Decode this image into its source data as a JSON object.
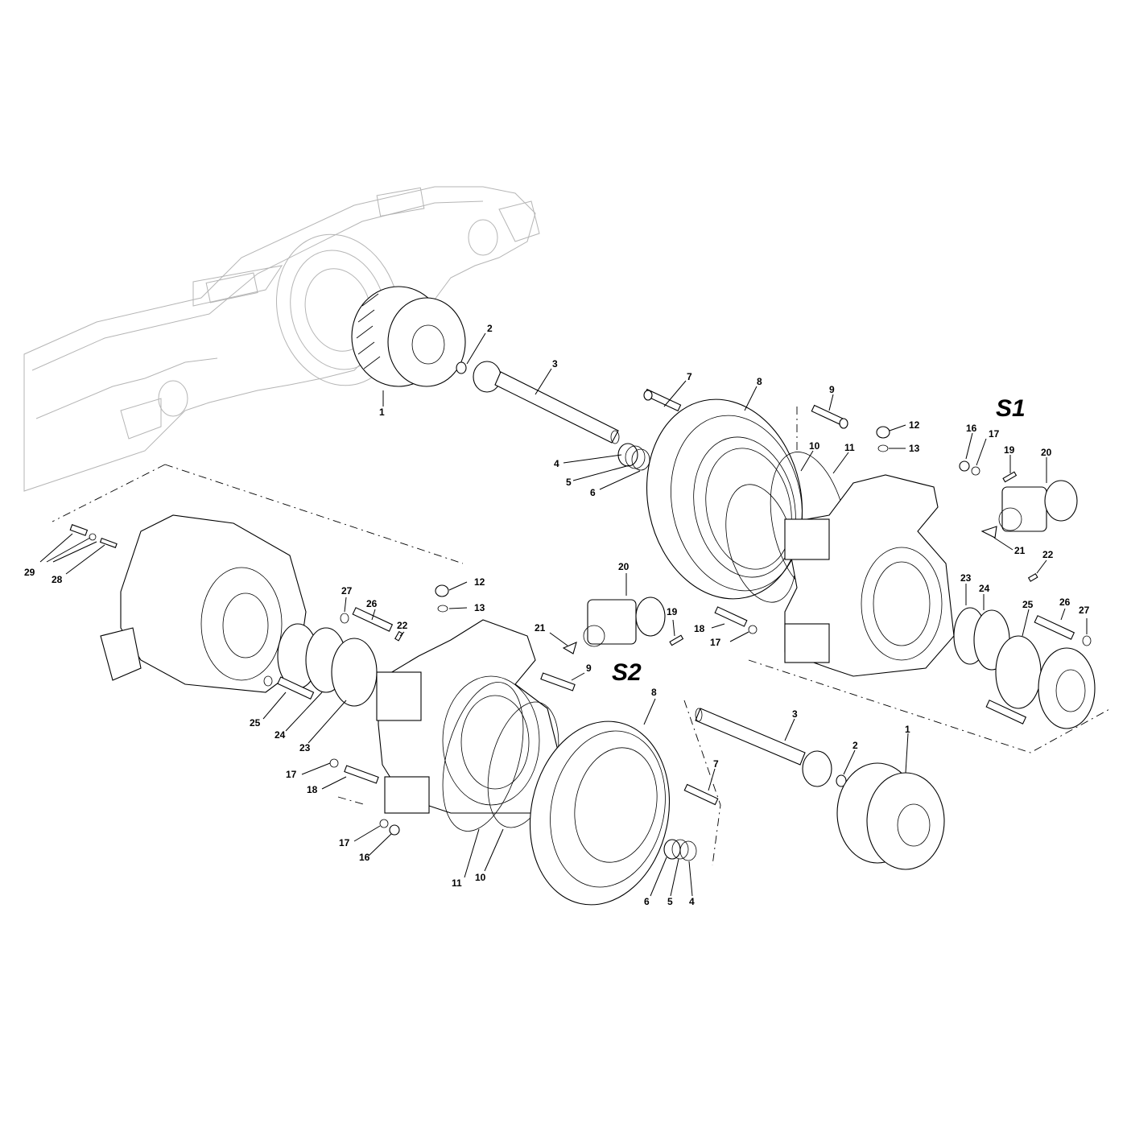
{
  "sections": [
    {
      "id": "S1",
      "label": "S1"
    },
    {
      "id": "S2",
      "label": "S2"
    }
  ],
  "callouts_s1": [
    {
      "label": "1"
    },
    {
      "label": "2"
    },
    {
      "label": "3"
    },
    {
      "label": "4"
    },
    {
      "label": "5"
    },
    {
      "label": "6"
    },
    {
      "label": "7"
    },
    {
      "label": "8"
    },
    {
      "label": "9"
    },
    {
      "label": "10"
    },
    {
      "label": "11"
    },
    {
      "label": "12"
    },
    {
      "label": "13"
    },
    {
      "label": "16"
    },
    {
      "label": "17"
    },
    {
      "label": "19"
    },
    {
      "label": "20"
    },
    {
      "label": "21"
    },
    {
      "label": "22"
    },
    {
      "label": "23"
    },
    {
      "label": "24"
    },
    {
      "label": "25"
    },
    {
      "label": "26"
    },
    {
      "label": "27"
    },
    {
      "label": "18"
    },
    {
      "label": "17"
    }
  ],
  "callouts_s2": [
    {
      "label": "29"
    },
    {
      "label": "28"
    },
    {
      "label": "27"
    },
    {
      "label": "26"
    },
    {
      "label": "22"
    },
    {
      "label": "12"
    },
    {
      "label": "13"
    },
    {
      "label": "20"
    },
    {
      "label": "21"
    },
    {
      "label": "19"
    },
    {
      "label": "9"
    },
    {
      "label": "25"
    },
    {
      "label": "24"
    },
    {
      "label": "23"
    },
    {
      "label": "8"
    },
    {
      "label": "3"
    },
    {
      "label": "1"
    },
    {
      "label": "2"
    },
    {
      "label": "7"
    },
    {
      "label": "17"
    },
    {
      "label": "18"
    },
    {
      "label": "17"
    },
    {
      "label": "16"
    },
    {
      "label": "11"
    },
    {
      "label": "10"
    },
    {
      "label": "6"
    },
    {
      "label": "5"
    },
    {
      "label": "4"
    }
  ]
}
